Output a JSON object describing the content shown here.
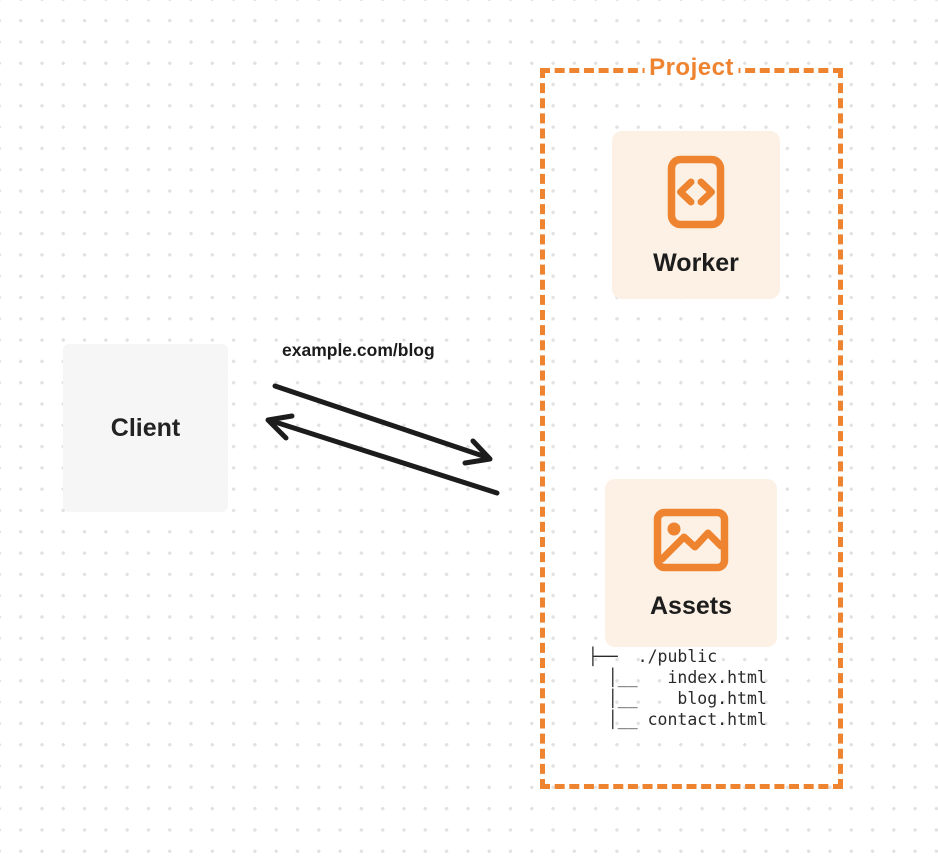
{
  "colors": {
    "accent_orange": "#ee8330",
    "card_background": "#fcf1e4",
    "client_background": "#f6f6f7",
    "ink": "#1d1d1d",
    "arrow": "#1c1c1c",
    "grid_dot": "#e1e1e1"
  },
  "client": {
    "label": "Client"
  },
  "request": {
    "label": "example.com/blog"
  },
  "project": {
    "title": "Project",
    "worker": {
      "label": "Worker",
      "icon": "code-brackets-icon"
    },
    "assets": {
      "label": "Assets",
      "icon": "image-icon",
      "tree": "├──  ./public\n  │__   index.html\n  │__    blog.html\n  │__ contact.html"
    }
  }
}
